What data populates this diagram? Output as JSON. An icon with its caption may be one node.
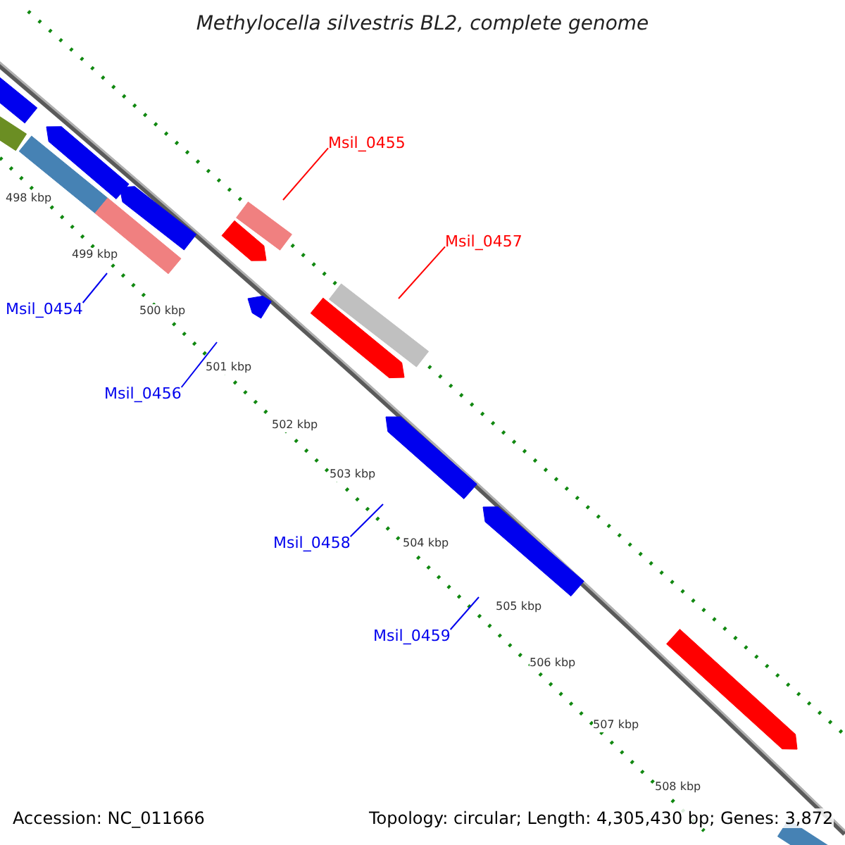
{
  "diagram": {
    "title": "Methylocella silvestris BL2, complete genome",
    "nodes": [
      {
        "text": [
          "Msil_0455"
        ]
      },
      {
        "text": [
          "Msil_0457"
        ]
      },
      {
        "text": [
          "Msil_0454"
        ]
      },
      {
        "text": [
          "Msil_0456"
        ]
      },
      {
        "text": [
          "Msil_0458"
        ]
      },
      {
        "text": [
          "Msil_0459"
        ]
      }
    ],
    "edges": [
      {
        "from": 0,
        "to": null,
        "arrow": "none",
        "color": "#ff0000"
      },
      {
        "from": 1,
        "to": null,
        "arrow": "none",
        "color": "#ff0000"
      },
      {
        "from": 2,
        "to": null,
        "arrow": "none"
      },
      {
        "from": 3,
        "to": null,
        "arrow": "none"
      },
      {
        "from": 4,
        "to": null,
        "arrow": "none"
      },
      {
        "from": 5,
        "to": null,
        "arrow": "none"
      }
    ],
    "labels": [
      "498 kbp",
      "499 kbp",
      "500 kbp",
      "501 kbp",
      "502 kbp",
      "503 kbp",
      "504 kbp",
      "505 kbp",
      "506 kbp",
      "507 kbp",
      "508 kbp",
      "Accession: NC_011666",
      "Topology: circular; Length: 4,305,430 bp; Genes: 3,872"
    ]
  }
}
